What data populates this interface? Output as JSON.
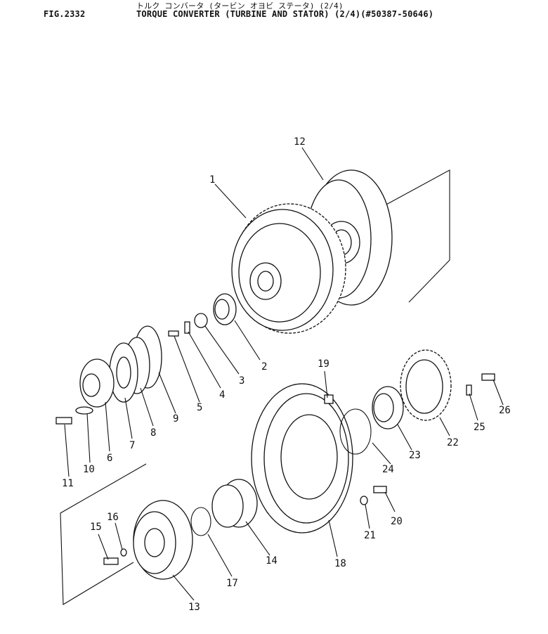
{
  "header": {
    "fig_number": "FIG.2332",
    "title_jp": "トルク コンバータ (タービン オヨビ ステータ) (2/4)",
    "title_en": "TORQUE CONVERTER (TURBINE AND STATOR) (2/4)(#50387-50646)"
  },
  "callouts": {
    "c1": "1",
    "c2": "2",
    "c3": "3",
    "c4": "4",
    "c5": "5",
    "c6": "6",
    "c7": "7",
    "c8": "8",
    "c9": "9",
    "c10": "10",
    "c11": "11",
    "c12": "12",
    "c13": "13",
    "c14": "14",
    "c15": "15",
    "c16": "16",
    "c17": "17",
    "c18": "18",
    "c19": "19",
    "c20": "20",
    "c21": "21",
    "c22": "22",
    "c23": "23",
    "c24": "24",
    "c25": "25",
    "c26": "26"
  }
}
